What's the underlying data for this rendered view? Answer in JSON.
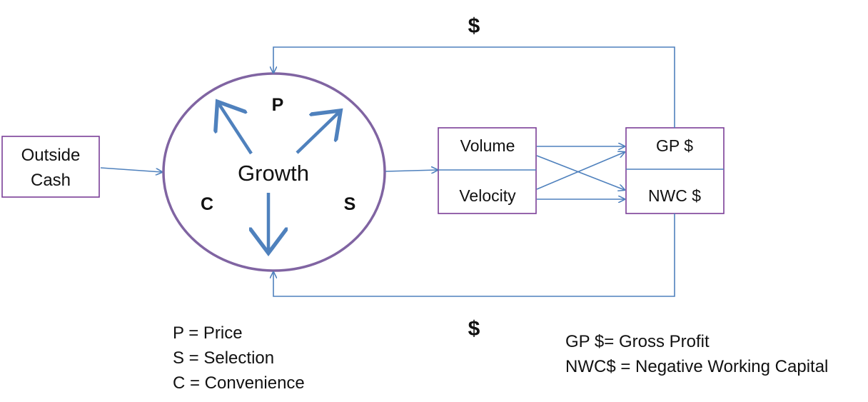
{
  "outside_cash": {
    "line1": "Outside",
    "line2": "Cash"
  },
  "center": {
    "label": "Growth",
    "p": "P",
    "s": "S",
    "c": "C"
  },
  "volume_velocity": {
    "top": "Volume",
    "bottom": "Velocity"
  },
  "gp_nwc": {
    "top": "GP $",
    "bottom": "NWC $"
  },
  "loop": {
    "top_dollar": "$",
    "bottom_dollar": "$"
  },
  "legend_left": [
    "P = Price",
    "S = Selection",
    "C = Convenience"
  ],
  "legend_right": [
    "GP $= Gross Profit",
    "NWC$ = Negative Working Capital"
  ],
  "colors": {
    "box_border": "#7b3f98",
    "arrow": "#4f81bd",
    "ellipse": "#8064a2"
  }
}
